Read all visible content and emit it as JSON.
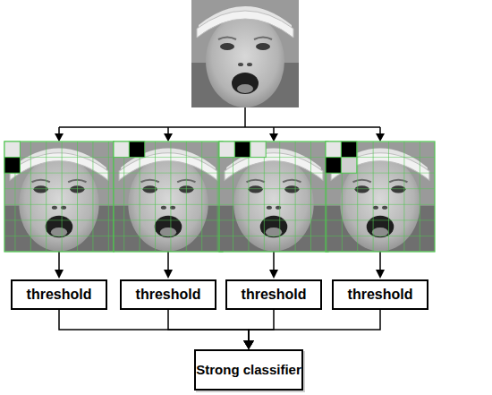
{
  "diagram": {
    "nodes": [
      {
        "text": [
          "threshold"
        ]
      },
      {
        "text": [
          "threshold"
        ]
      },
      {
        "text": [
          "threshold"
        ]
      },
      {
        "text": [
          "threshold"
        ]
      },
      {
        "text": [
          "Strong classifier"
        ]
      }
    ],
    "edges": [
      {
        "from": 0,
        "to": 4,
        "arrow": "to"
      },
      {
        "from": 1,
        "to": 4,
        "arrow": "to"
      },
      {
        "from": 2,
        "to": 4,
        "arrow": "to"
      },
      {
        "from": 3,
        "to": 4,
        "arrow": "to"
      }
    ]
  }
}
